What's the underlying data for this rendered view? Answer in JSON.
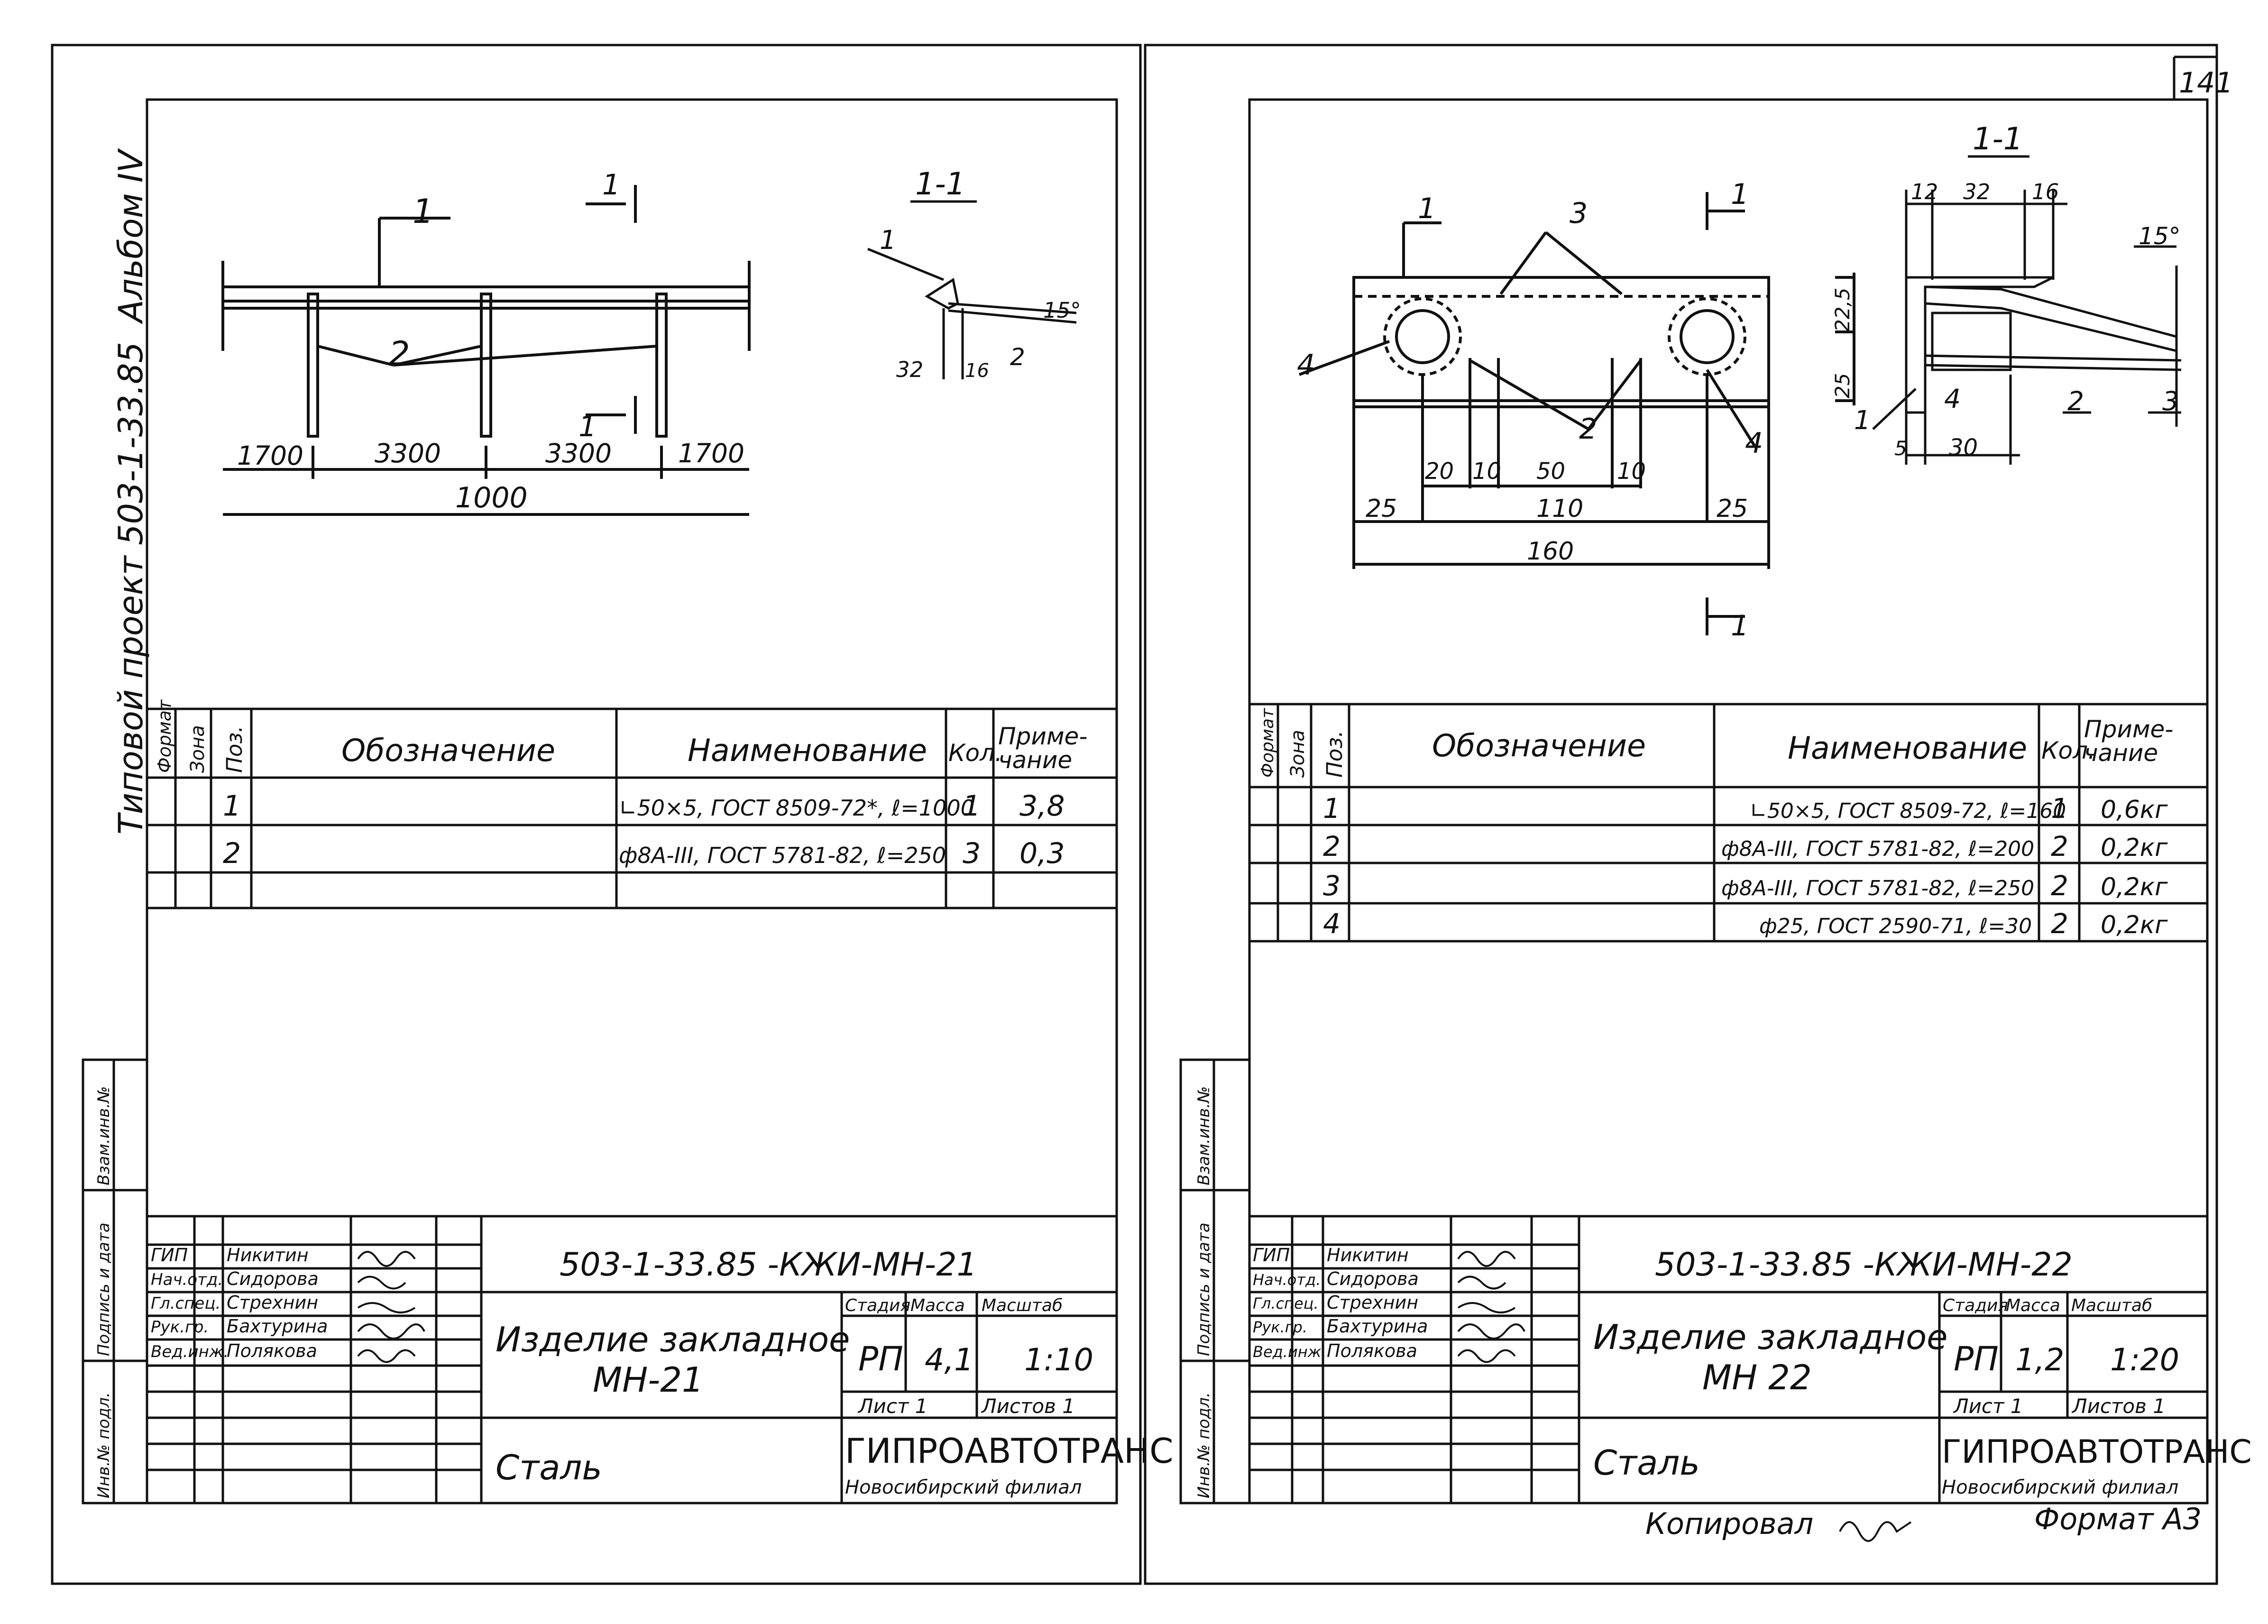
{
  "page_number": "141",
  "left_sheet": {
    "album": "Альбом IV",
    "project_code_vertical": "Типовой проект 503-1-33.85",
    "section_title": "1-1",
    "callouts": {
      "part1": "1",
      "part2": "2",
      "cut": "1"
    },
    "section_dims": {
      "a": "32",
      "b": "16",
      "c": "2",
      "angle": "15°"
    },
    "dims": {
      "d1": "1700",
      "d2": "3300",
      "d3": "3300",
      "d4": "1700",
      "total": "1000"
    },
    "spec": {
      "headers": {
        "format": "Формат",
        "zone": "Зона",
        "pos": "Поз.",
        "designation": "Обозначение",
        "name": "Наименование",
        "qty": "Кол.",
        "note": "Приме-\nчание"
      },
      "rows": [
        {
          "pos": "1",
          "name": "∟50×5, ГОСТ 8509-72*, ℓ=1000",
          "qty": "1",
          "note": "3,8"
        },
        {
          "pos": "2",
          "name": "ф8А-III, ГОСТ 5781-82, ℓ=250",
          "qty": "3",
          "note": "0,3"
        }
      ]
    },
    "side_stamp": [
      "Инв.№ подл.",
      "Подпись и дата",
      "Взам.инв.№"
    ],
    "title_block": {
      "roles": [
        "ГИП",
        "Нач.отд.",
        "Гл.спец.",
        "Рук.гр.",
        "Вед.инж."
      ],
      "names": [
        "Никитин",
        "Сидорова",
        "Стрехнин",
        "Бахтурина",
        "Полякова"
      ],
      "doc_code": "503-1-33.85 -КЖИ-МН-21",
      "item": "Изделие закладное\nМН-21",
      "material": "Сталь",
      "stage_h": "Стадия",
      "mass_h": "Масса",
      "scale_h": "Масштаб",
      "stage": "РП",
      "mass": "4,1",
      "scale": "1:10",
      "sheet": "Лист 1",
      "sheets": "Листов 1",
      "org": "ГИПРОАВТОТРАНС",
      "branch": "Новосибирский филиал"
    }
  },
  "right_sheet": {
    "section_title": "1-1",
    "plan_dims": {
      "d20": "20",
      "d10a": "10",
      "d50": "50",
      "d10b": "10",
      "d25a": "25",
      "d110": "110",
      "d25b": "25",
      "d160": "160",
      "v225": "22,5",
      "v25": "25"
    },
    "section_dims": {
      "d12": "12",
      "d32": "32",
      "d16": "16",
      "angle": "15°",
      "d5": "5",
      "d30": "30"
    },
    "callouts": {
      "c1": "1",
      "c2": "2",
      "c3": "3",
      "c4": "4"
    },
    "spec": {
      "headers": {
        "format": "Формат",
        "zone": "Зона",
        "pos": "Поз.",
        "designation": "Обозначение",
        "name": "Наименование",
        "qty": "Кол.",
        "note": "Приме-\nчание"
      },
      "rows": [
        {
          "pos": "1",
          "name": "∟50×5, ГОСТ 8509-72, ℓ=160",
          "qty": "1",
          "note": "0,6кг"
        },
        {
          "pos": "2",
          "name": "ф8А-III, ГОСТ 5781-82, ℓ=200",
          "qty": "2",
          "note": "0,2кг"
        },
        {
          "pos": "3",
          "name": "ф8А-III, ГОСТ 5781-82, ℓ=250",
          "qty": "2",
          "note": "0,2кг"
        },
        {
          "pos": "4",
          "name": "ф25, ГОСТ 2590-71, ℓ=30",
          "qty": "2",
          "note": "0,2кг"
        }
      ]
    },
    "side_stamp": [
      "Инв.№ подл.",
      "Подпись и дата",
      "Взам.инв.№"
    ],
    "title_block": {
      "roles": [
        "ГИП",
        "Нач.отд.",
        "Гл.спец.",
        "Рук.гр.",
        "Вед.инж."
      ],
      "names": [
        "Никитин",
        "Сидорова",
        "Стрехнин",
        "Бахтурина",
        "Полякова"
      ],
      "doc_code": "503-1-33.85 -КЖИ-МН-22",
      "item": "Изделие закладное\nМН 22",
      "material": "Сталь",
      "stage_h": "Стадия",
      "mass_h": "Масса",
      "scale_h": "Масштаб",
      "stage": "РП",
      "mass": "1,2",
      "scale": "1:20",
      "sheet": "Лист 1",
      "sheets": "Листов 1",
      "org": "ГИПРОАВТОТРАНС",
      "branch": "Новосибирский филиал"
    },
    "copied_by": "Копировал",
    "format": "Формат А3"
  }
}
